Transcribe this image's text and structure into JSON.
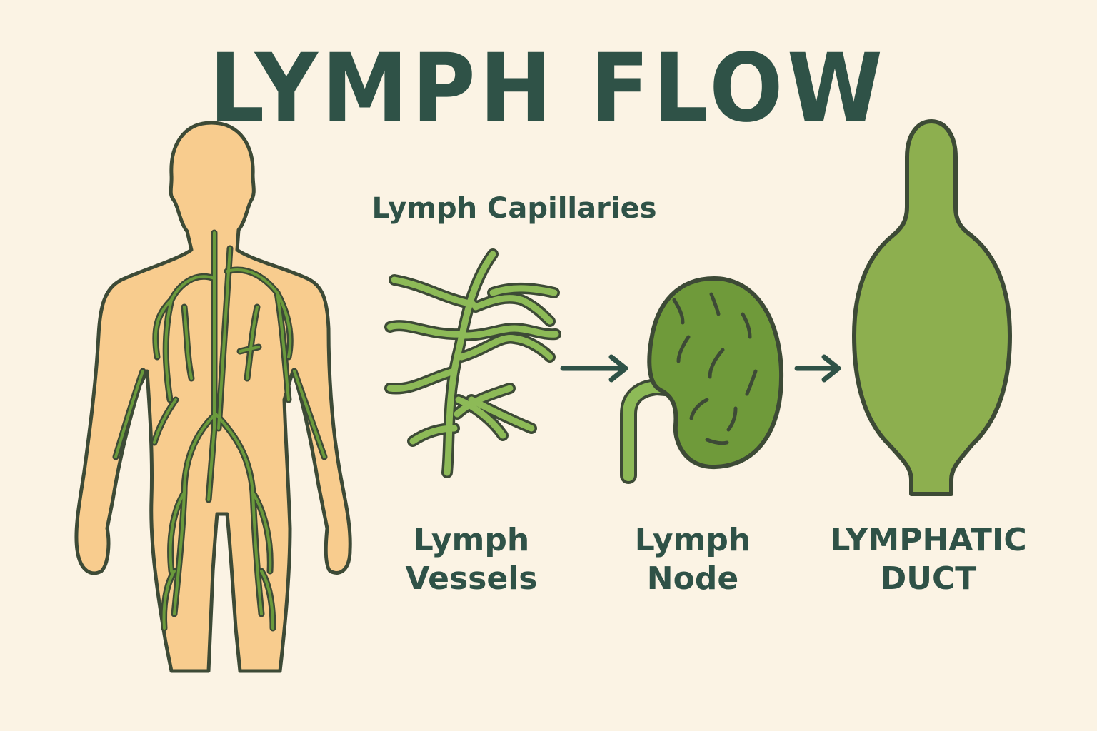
{
  "title": "LYMPH FLOW",
  "labels": {
    "capillaries": "Lymph Capillaries",
    "vessels_line1": "Lymph",
    "vessels_line2": "Vessels",
    "node_line1": "Lymph",
    "node_line2": "Node",
    "duct_line1": "LYMPHATIC",
    "duct_line2": "DUCT"
  },
  "colors": {
    "background": "#fbf3e4",
    "text": "#2f5247",
    "body_fill": "#f8cc8e",
    "outline": "#3d4a36",
    "vessel_green": "#5f8a35",
    "node_green": "#6f9a3a",
    "duct_green": "#8daf4f",
    "arrow": "#2f5247"
  },
  "icons": [
    "human-body-icon",
    "capillary-branch-icon",
    "lymph-node-icon",
    "lymphatic-duct-icon",
    "arrow-right-icon"
  ]
}
